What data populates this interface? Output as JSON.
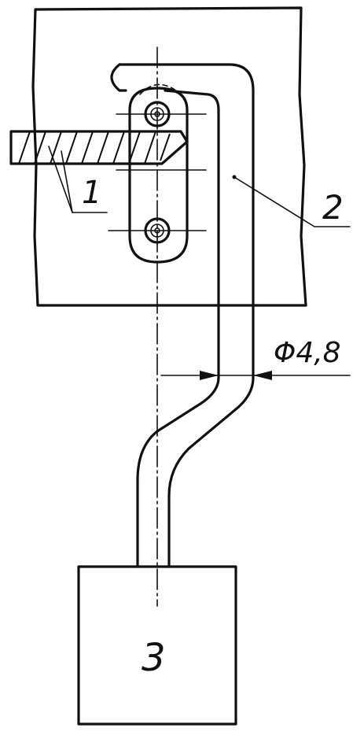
{
  "labels": {
    "part_1": "1",
    "part_2": "2",
    "part_3": "3",
    "dimension": "Φ4,8"
  },
  "colors": {
    "line": "#111111",
    "background": "#ffffff"
  }
}
